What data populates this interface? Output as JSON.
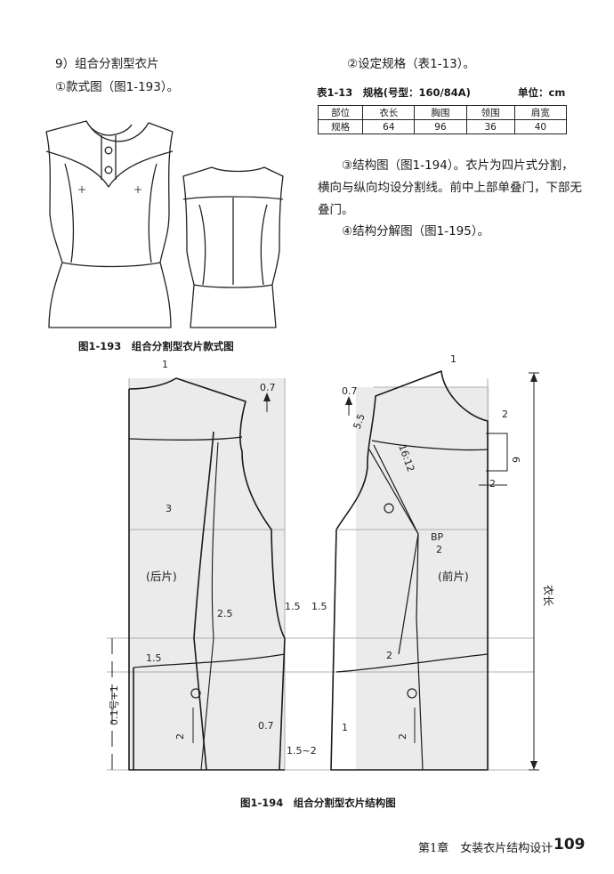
{
  "left_column": {
    "heading": "9）组合分割型衣片",
    "subheading": "①款式图（图1-193）。"
  },
  "right_column": {
    "spec_heading": "②设定规格（表1-13）。",
    "table_caption": "表1-13　规格(号型：160/84A)",
    "unit_label": "单位：cm",
    "table": {
      "headers": [
        "部位",
        "衣长",
        "胸围",
        "领围",
        "肩宽"
      ],
      "row": [
        "规格",
        "64",
        "96",
        "36",
        "40"
      ]
    },
    "para1": "③结构图（图1-194）。衣片为四片式分割，横向与纵向均设分割线。前中上部单叠门，下部无叠门。",
    "para2": "④结构分解图（图1-195）。"
  },
  "figure_193": {
    "caption": "图1-193　组合分割型衣片款式图"
  },
  "figure_194": {
    "caption": "图1-194　组合分割型衣片结构图",
    "labels": {
      "back_piece": "(后片)",
      "front_piece": "(前片)",
      "bp": "BP",
      "length": "衣长",
      "side_dim": "0.1号+1",
      "v_1": "1",
      "v_07": "0.7",
      "v_3": "3",
      "v_25": "2.5",
      "v_15": "1.5",
      "v_2": "2",
      "v_6": "6",
      "v_55": "5.5",
      "v_1612": "16:12",
      "v_152": "1.5~2"
    }
  },
  "footer": {
    "chapter": "第1章　女装衣片结构设计",
    "page_number": "109"
  }
}
